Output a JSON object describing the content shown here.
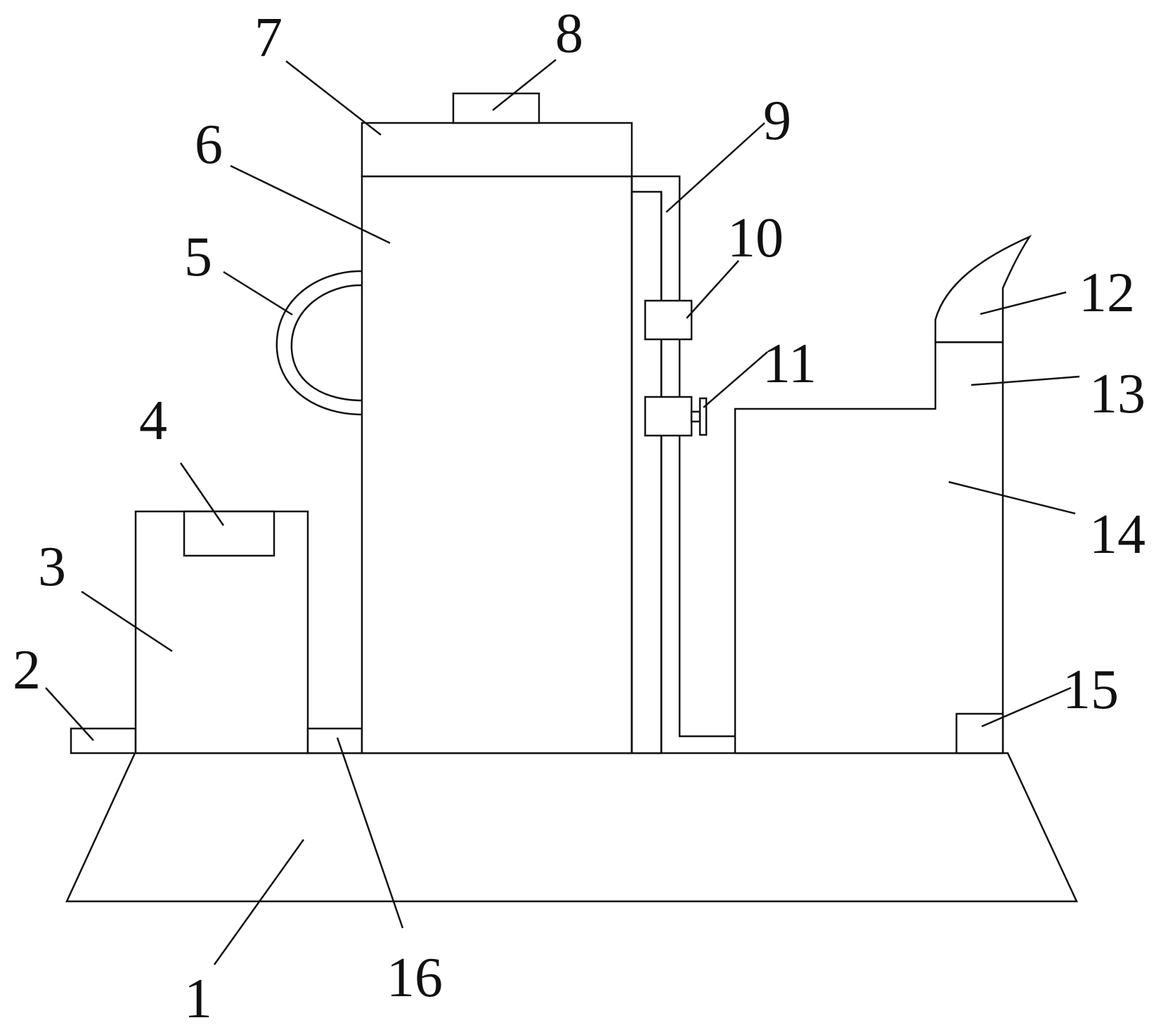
{
  "figure": {
    "labels": [
      {
        "id": "1",
        "text": "1"
      },
      {
        "id": "2",
        "text": "2"
      },
      {
        "id": "3",
        "text": "3"
      },
      {
        "id": "4",
        "text": "4"
      },
      {
        "id": "5",
        "text": "5"
      },
      {
        "id": "6",
        "text": "6"
      },
      {
        "id": "7",
        "text": "7"
      },
      {
        "id": "8",
        "text": "8"
      },
      {
        "id": "9",
        "text": "9"
      },
      {
        "id": "10",
        "text": "10"
      },
      {
        "id": "11",
        "text": "11"
      },
      {
        "id": "12",
        "text": "12"
      },
      {
        "id": "13",
        "text": "13"
      },
      {
        "id": "14",
        "text": "14"
      },
      {
        "id": "15",
        "text": "15"
      },
      {
        "id": "16",
        "text": "16"
      }
    ],
    "colors": {
      "line": "#111111",
      "background": "#ffffff"
    }
  }
}
